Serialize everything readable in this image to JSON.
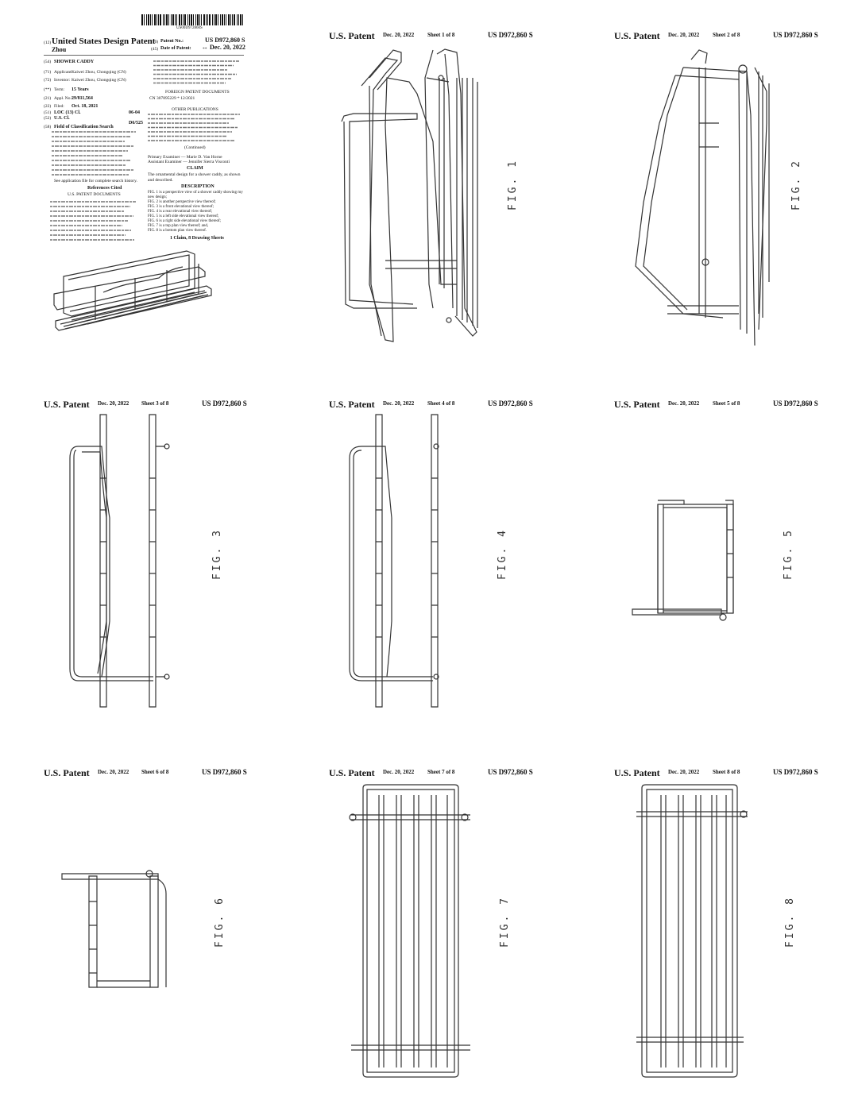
{
  "front": {
    "barcode_text": "US00D972860S",
    "kind": "United States Design Patent",
    "code_12": "(12)",
    "code_10": "(10)",
    "code_45": "(45)",
    "patent_no_label": "Patent No.:",
    "patent_no": "US D972,860 S",
    "date_label": "Date of Patent:",
    "date_star": "**",
    "date": "Dec. 20, 2022",
    "inventor_name": "Zhou",
    "fields": [
      {
        "code": "(54)",
        "label": "SHOWER CADDY",
        "value": ""
      },
      {
        "code": "(71)",
        "label": "Applicant:",
        "value": "Kaiwei Zhou, Chongqing (CN)"
      },
      {
        "code": "(72)",
        "label": "Inventor:",
        "value": "Kaiwei Zhou, Chongqing (CN)"
      },
      {
        "code": "(**)",
        "label": "Term:",
        "value": "15 Years"
      },
      {
        "code": "(21)",
        "label": "Appl. No.:",
        "value": "29/811,564"
      },
      {
        "code": "(22)",
        "label": "Filed:",
        "value": "Oct. 18, 2021"
      },
      {
        "code": "(51)",
        "label": "LOC (13) Cl.",
        "value": "06-04"
      },
      {
        "code": "(52)",
        "label": "U.S. Cl.",
        "value": "D6/525"
      },
      {
        "code": "(58)",
        "label": "Field of Classification Search",
        "value": ""
      }
    ],
    "refs_title": "References Cited",
    "us_docs_title": "U.S. PATENT DOCUMENTS",
    "foreign_title": "FOREIGN PATENT DOCUMENTS",
    "foreign_doc": "CN 307895229 * 12/2021",
    "other_pub_title": "OTHER PUBLICATIONS",
    "continued": "(Continued)",
    "primary_examiner": "Primary Examiner — Marie D. Van Horne",
    "assistant_examiner": "Assistant Examiner — Jennifer Sierra Visconti",
    "claim_title": "CLAIM",
    "claim_text": "The ornamental design for a shower caddy, as shown and described.",
    "description_title": "DESCRIPTION",
    "description": [
      "FIG. 1 is a perspective view of a shower caddy showing my new design;",
      "FIG. 2 is another perspective view thereof;",
      "FIG. 3 is a front elevational view thereof;",
      "FIG. 4 is a rear elevational view thereof;",
      "FIG. 5 is a left side elevational view thereof;",
      "FIG. 6 is a right side elevational view thereof;",
      "FIG. 7 is a top plan view thereof; and,",
      "FIG. 8 is a bottom plan view thereof."
    ],
    "claims_sheets": "1 Claim, 8 Drawing Sheets",
    "see_app": "See application file for complete search history."
  },
  "sheets": [
    {
      "patent": "U.S. Patent",
      "date": "Dec. 20, 2022",
      "sheet": "Sheet 1 of 8",
      "number": "US D972,860 S",
      "fig": "FIG. 1"
    },
    {
      "patent": "U.S. Patent",
      "date": "Dec. 20, 2022",
      "sheet": "Sheet 2 of 8",
      "number": "US D972,860 S",
      "fig": "FIG. 2"
    },
    {
      "patent": "U.S. Patent",
      "date": "Dec. 20, 2022",
      "sheet": "Sheet 3 of 8",
      "number": "US D972,860 S",
      "fig": "FIG. 3"
    },
    {
      "patent": "U.S. Patent",
      "date": "Dec. 20, 2022",
      "sheet": "Sheet 4 of 8",
      "number": "US D972,860 S",
      "fig": "FIG. 4"
    },
    {
      "patent": "U.S. Patent",
      "date": "Dec. 20, 2022",
      "sheet": "Sheet 5 of 8",
      "number": "US D972,860 S",
      "fig": "FIG. 5"
    },
    {
      "patent": "U.S. Patent",
      "date": "Dec. 20, 2022",
      "sheet": "Sheet 6 of 8",
      "number": "US D972,860 S",
      "fig": "FIG. 6"
    },
    {
      "patent": "U.S. Patent",
      "date": "Dec. 20, 2022",
      "sheet": "Sheet 7 of 8",
      "number": "US D972,860 S",
      "fig": "FIG. 7"
    },
    {
      "patent": "U.S. Patent",
      "date": "Dec. 20, 2022",
      "sheet": "Sheet 8 of 8",
      "number": "US D972,860 S",
      "fig": "FIG. 8"
    }
  ]
}
